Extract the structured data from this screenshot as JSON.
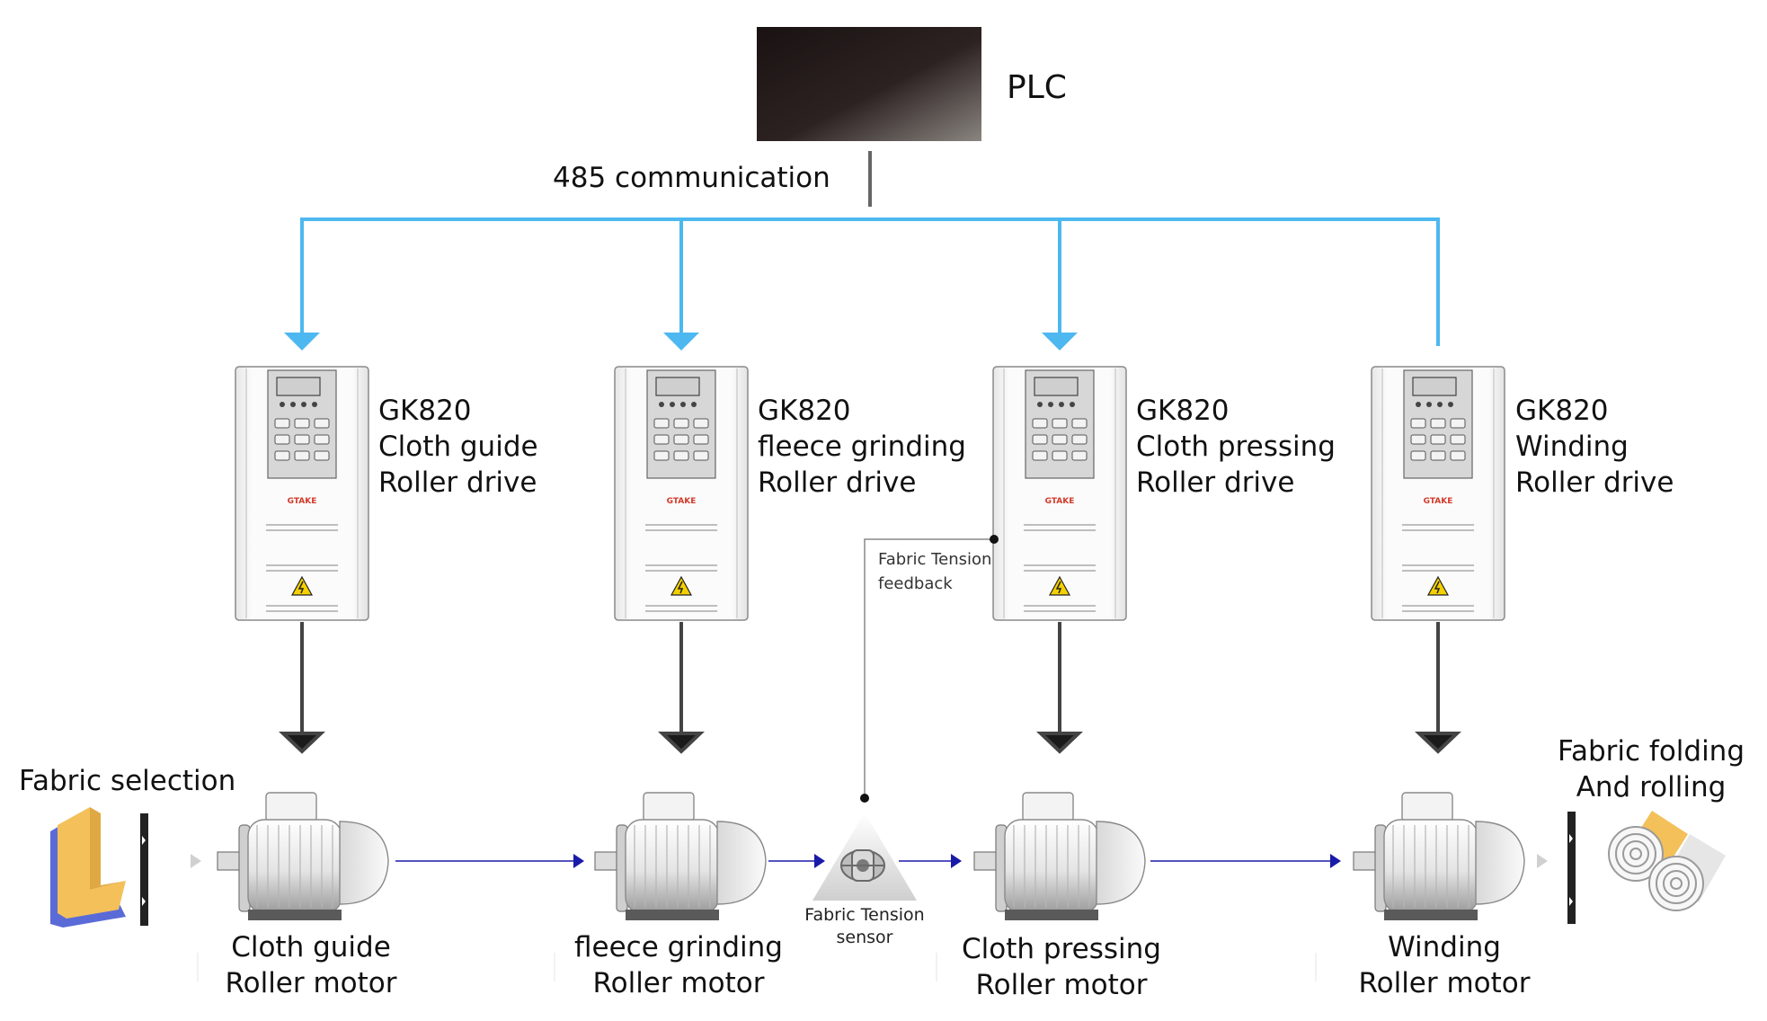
{
  "plc": {
    "label": "PLC"
  },
  "bus": {
    "label": "485 communication"
  },
  "drives": [
    {
      "model": "GK820",
      "line1": "Cloth guide",
      "line2": "Roller drive",
      "brand": "GTAKE"
    },
    {
      "model": "GK820",
      "line1": "fleece grinding",
      "line2": "Roller drive",
      "brand": "GTAKE"
    },
    {
      "model": "GK820",
      "line1": "Cloth pressing",
      "line2": "Roller drive",
      "brand": "GTAKE"
    },
    {
      "model": "GK820",
      "line1": "Winding",
      "line2": "Roller drive",
      "brand": "GTAKE"
    }
  ],
  "motors": [
    {
      "line1": "Cloth guide",
      "line2": "Roller motor"
    },
    {
      "line1": "fleece grinding",
      "line2": "Roller motor"
    },
    {
      "line1": "Cloth pressing",
      "line2": "Roller motor"
    },
    {
      "line1": "Winding",
      "line2": "Roller motor"
    }
  ],
  "fabric_selection": {
    "label": "Fabric selection"
  },
  "fabric_folding": {
    "line1": "Fabric folding",
    "line2": "And rolling"
  },
  "sensor": {
    "line1": "Fabric Tension",
    "line2": "sensor"
  },
  "feedback": {
    "line1": "Fabric Tension",
    "line2": "feedback"
  },
  "colors": {
    "bus": "#4db8f0",
    "arrow": "#222222",
    "flow": "#1a1aa8"
  }
}
